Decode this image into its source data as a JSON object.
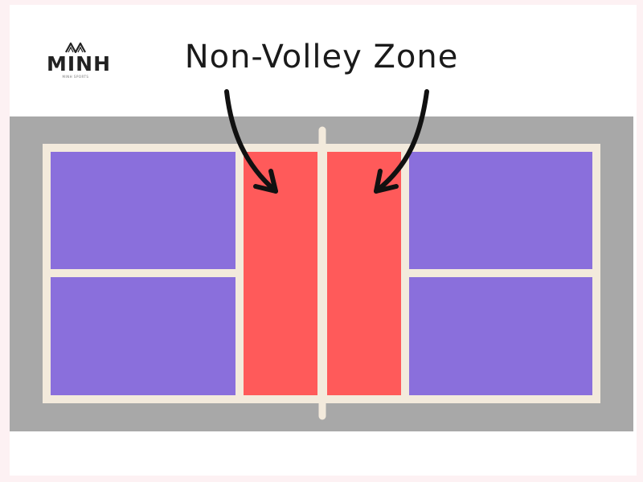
{
  "logo": {
    "text": "MINH",
    "subtext": "MINH SPORTS"
  },
  "heading": "Non-Volley Zone",
  "colors": {
    "surround": "#a8a8a8",
    "lines": "#f3eadc",
    "court": "#8a6fdc",
    "kitchen": "#ff5a5a",
    "arrow": "#111111",
    "text": "#1a1a1a"
  },
  "icons": {
    "logo_mark": "mountain-icon",
    "arrows": "curved-arrow-icon"
  }
}
